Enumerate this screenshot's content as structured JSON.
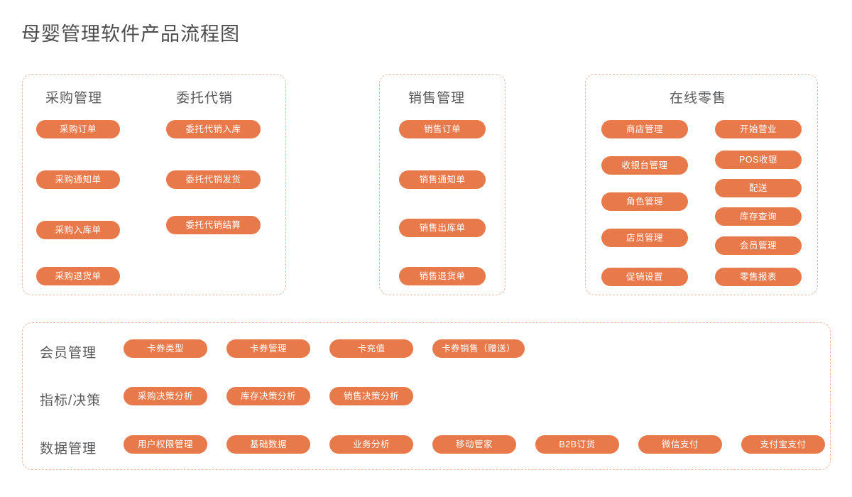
{
  "page": {
    "title": "母婴管理软件产品流程图",
    "accent_color": "#e8794b",
    "panel_border_color": "#e9b79c",
    "text_color": "#58595b",
    "background": "#ffffff"
  },
  "panels": [
    {
      "id": "procurement",
      "columns": [
        {
          "heading": "采购管理",
          "items": [
            "采购订单",
            "采购通知单",
            "采购入库单",
            "采购退货单"
          ]
        },
        {
          "heading": "委托代销",
          "items": [
            "委托代销入库",
            "委托代销发货",
            "委托代销结算"
          ]
        }
      ]
    },
    {
      "id": "sales",
      "columns": [
        {
          "heading": "销售管理",
          "items": [
            "销售订单",
            "销售通知单",
            "销售出库单",
            "销售退货单"
          ]
        }
      ]
    },
    {
      "id": "retail",
      "heading": "在线零售",
      "columns": [
        {
          "heading": "",
          "items": [
            "商店管理",
            "收银台管理",
            "角色管理",
            "店员管理",
            "促销设置"
          ]
        },
        {
          "heading": "",
          "items": [
            "开始营业",
            "POS收银",
            "配送",
            "库存查询",
            "会员管理",
            "零售报表"
          ]
        }
      ]
    }
  ],
  "bottom": {
    "rows": [
      {
        "label": "会员管理",
        "items": [
          "卡券类型",
          "卡券管理",
          "卡充值",
          "卡券销售（赠送）"
        ]
      },
      {
        "label": "指标/决策",
        "items": [
          "采购决策分析",
          "库存决策分析",
          "销售决策分析"
        ]
      },
      {
        "label": "数据管理",
        "items": [
          "用户权限管理",
          "基础数据",
          "业务分析",
          "移动管家",
          "B2B订货",
          "微信支付",
          "支付宝支付"
        ]
      }
    ]
  }
}
